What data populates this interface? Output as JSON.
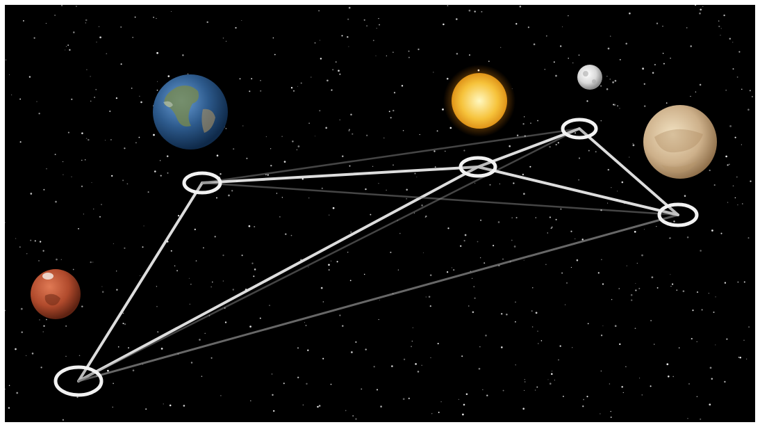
{
  "scene": {
    "background": "#000000",
    "planets": [
      {
        "name": "earth",
        "colors": [
          "#6a9fd8",
          "#2d5a8c",
          "#0f2a4a"
        ]
      },
      {
        "name": "sun",
        "colors": [
          "#fff8c0",
          "#f6c23a",
          "#d8850e"
        ]
      },
      {
        "name": "moon",
        "colors": [
          "#ffffff",
          "#d9d9d9",
          "#8d8d8d"
        ]
      },
      {
        "name": "venus",
        "colors": [
          "#f2e2c2",
          "#cdb08a",
          "#8a6a45"
        ]
      },
      {
        "name": "mars",
        "colors": [
          "#e07a55",
          "#b04a2c",
          "#5e2212"
        ]
      }
    ],
    "nodes": [
      {
        "name": "node-a"
      },
      {
        "name": "node-b"
      },
      {
        "name": "node-c"
      },
      {
        "name": "node-d"
      },
      {
        "name": "node-e"
      }
    ],
    "links": [
      {
        "from": "node-e",
        "to": "node-a",
        "strength": "bright"
      },
      {
        "from": "node-e",
        "to": "node-b",
        "strength": "bright"
      },
      {
        "from": "node-e",
        "to": "node-c",
        "strength": "faint"
      },
      {
        "from": "node-e",
        "to": "node-d",
        "strength": "dim"
      },
      {
        "from": "node-a",
        "to": "node-b",
        "strength": "bright"
      },
      {
        "from": "node-a",
        "to": "node-c",
        "strength": "faint"
      },
      {
        "from": "node-a",
        "to": "node-d",
        "strength": "faint"
      },
      {
        "from": "node-b",
        "to": "node-c",
        "strength": "bright"
      },
      {
        "from": "node-b",
        "to": "node-d",
        "strength": "bright"
      },
      {
        "from": "node-c",
        "to": "node-d",
        "strength": "bright"
      }
    ]
  }
}
